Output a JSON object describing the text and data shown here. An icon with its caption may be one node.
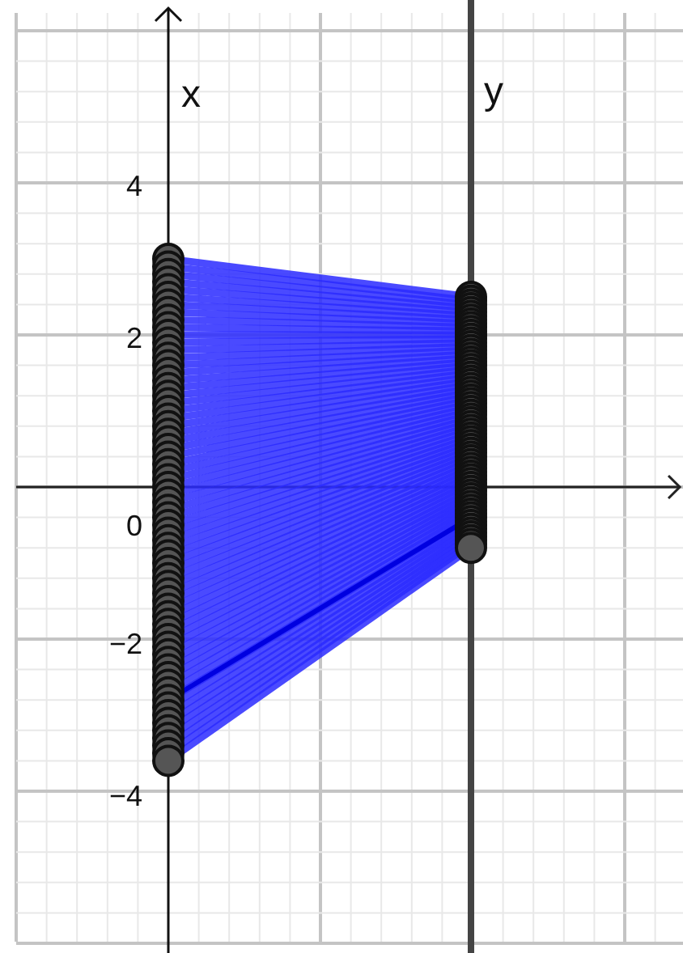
{
  "diagram": {
    "labels": [
      "x",
      "y",
      "4",
      "2",
      "0",
      "−2",
      "−4"
    ]
  }
}
